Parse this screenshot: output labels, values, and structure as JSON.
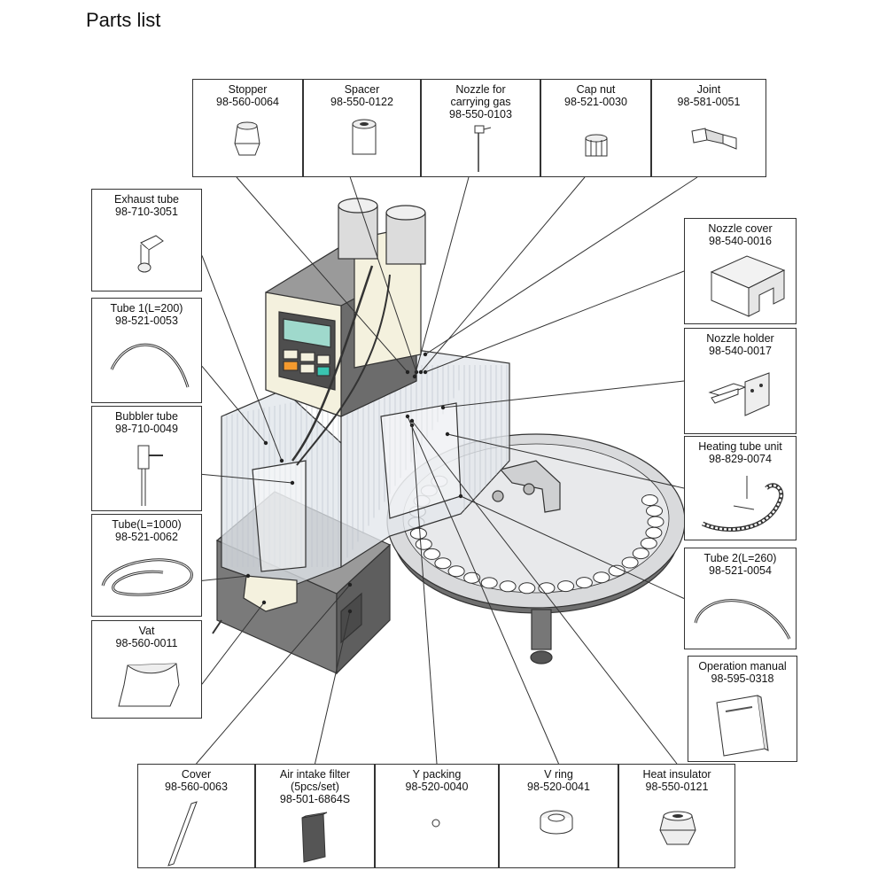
{
  "title": "Parts list",
  "colors": {
    "outline": "#333333",
    "housing": "#8a8a8a",
    "housing_dark": "#5e5e5e",
    "screen": "#9fd9cc",
    "key_orange": "#f59a2e",
    "key_teal": "#39c4b0",
    "glass": "#dfe4ea",
    "panel_cream": "#f4f1de"
  },
  "parts": [
    {
      "id": "stopper",
      "name": "Stopper",
      "number": "98-560-0064",
      "icon": "stopper-icon"
    },
    {
      "id": "spacer",
      "name": "Spacer",
      "number": "98-550-0122",
      "icon": "spacer-icon"
    },
    {
      "id": "nozzle-carrying-gas",
      "name": "Nozzle for\ncarrying gas",
      "number": "98-550-0103",
      "icon": "nozzle-icon"
    },
    {
      "id": "cap-nut",
      "name": "Cap nut",
      "number": "98-521-0030",
      "icon": "cap-nut-icon"
    },
    {
      "id": "joint",
      "name": "Joint",
      "number": "98-581-0051",
      "icon": "joint-icon"
    },
    {
      "id": "exhaust-tube",
      "name": "Exhaust tube",
      "number": "98-710-3051",
      "icon": "exhaust-tube-icon"
    },
    {
      "id": "tube-1",
      "name": "Tube 1(L=200)",
      "number": "98-521-0053",
      "icon": "short-tube-icon"
    },
    {
      "id": "bubbler-tube",
      "name": "Bubbler tube",
      "number": "98-710-0049",
      "icon": "bubbler-tube-icon"
    },
    {
      "id": "tube-1000",
      "name": "Tube(L=1000)",
      "number": "98-521-0062",
      "icon": "coiled-tube-icon"
    },
    {
      "id": "vat",
      "name": "Vat",
      "number": "98-560-0011",
      "icon": "vat-icon"
    },
    {
      "id": "nozzle-cover",
      "name": "Nozzle cover",
      "number": "98-540-0016",
      "icon": "nozzle-cover-icon"
    },
    {
      "id": "nozzle-holder",
      "name": "Nozzle holder",
      "number": "98-540-0017",
      "icon": "nozzle-holder-icon"
    },
    {
      "id": "heating-tube-unit",
      "name": "Heating tube unit",
      "number": "98-829-0074",
      "icon": "heating-tube-icon"
    },
    {
      "id": "tube-2",
      "name": "Tube 2(L=260)",
      "number": "98-521-0054",
      "icon": "long-tube-icon"
    },
    {
      "id": "operation-manual",
      "name": "Operation manual",
      "number": "98-595-0318",
      "icon": "manual-icon"
    },
    {
      "id": "cover",
      "name": "Cover",
      "number": "98-560-0063",
      "icon": "cover-strip-icon"
    },
    {
      "id": "air-intake-filter",
      "name": "Air intake filter\n(5pcs/set)",
      "number": "98-501-6864S",
      "icon": "filter-icon"
    },
    {
      "id": "y-packing",
      "name": "Y packing",
      "number": "98-520-0040",
      "icon": "y-packing-icon"
    },
    {
      "id": "v-ring",
      "name": "V ring",
      "number": "98-520-0041",
      "icon": "v-ring-icon"
    },
    {
      "id": "heat-insulator",
      "name": "Heat insulator",
      "number": "98-550-0121",
      "icon": "heat-insulator-icon"
    }
  ]
}
